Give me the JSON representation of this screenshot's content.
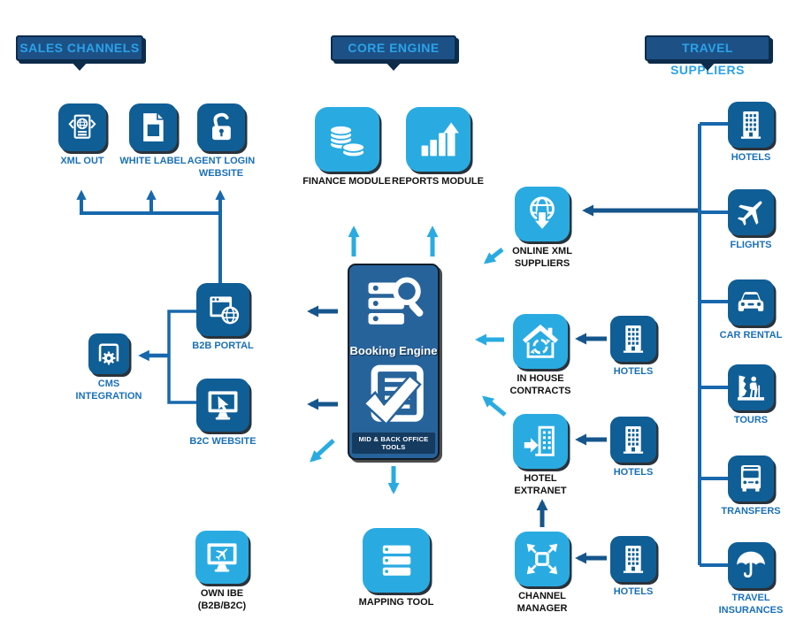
{
  "headers": {
    "sales_channels": "SALES CHANNELS",
    "core_engine": "CORE ENGINE",
    "travel_suppliers": "TRAVEL SUPPLIERS"
  },
  "colors": {
    "tile_dark": "#105e96",
    "tile_light": "#29abe2",
    "banner_bg": "#1d5186",
    "banner_shadow": "#0d2b4b",
    "banner_text": "#2aa2e8",
    "label_blue": "#1a70b8",
    "label_black": "#111111",
    "line": "#1768ad",
    "arrow_dark": "#15568c",
    "arrow_light": "#29abe2",
    "booking_bg": "#27639b"
  },
  "sales_channels": {
    "xml_out": "XML OUT",
    "white_label": "WHITE LABEL",
    "agent_login": "AGENT LOGIN\nWEBSITE",
    "b2b_portal": "B2B PORTAL",
    "b2c_website": "B2C WEBSITE",
    "cms_integration": "CMS\nINTEGRATION",
    "own_ibe": "OWN IBE\n(B2B/B2C)"
  },
  "core": {
    "finance": "FINANCE MODULE",
    "reports": "REPORTS MODULE",
    "booking_engine": "Booking Engine",
    "mid_back_office": "MID & BACK OFFICE TOOLS",
    "mapping": "MAPPING TOOL"
  },
  "integration": {
    "online_xml": "ONLINE XML\nSUPPLIERS",
    "in_house": "IN HOUSE\nCONTRACTS",
    "hotel_extranet": "HOTEL\nEXTRANET",
    "channel_manager": "CHANNEL\nMANAGER",
    "hotels_1": "HOTELS",
    "hotels_2": "HOTELS",
    "hotels_3": "HOTELS"
  },
  "travel_suppliers": {
    "hotels": "HOTELS",
    "flights": "FLIGHTS",
    "car_rental": "CAR RENTAL",
    "tours": "TOURS",
    "transfers": "TRANSFERS",
    "travel_insurances": "TRAVEL\nINSURANCES"
  }
}
